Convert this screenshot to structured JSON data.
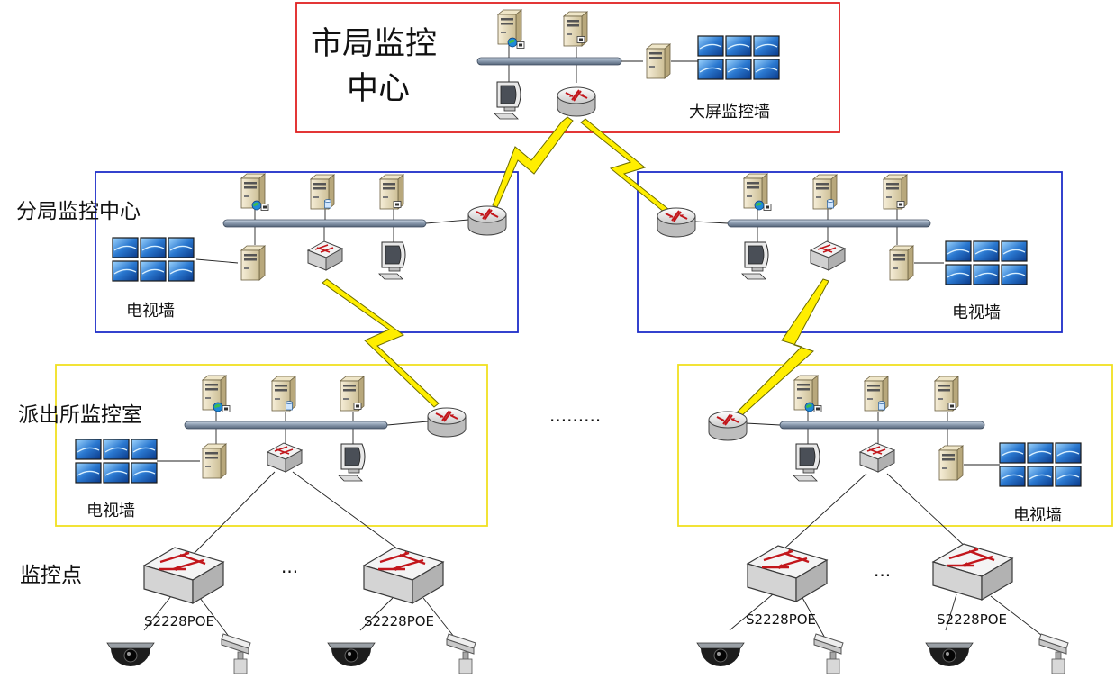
{
  "labels": {
    "city_center": "市局监控中心",
    "city_center_line1": "市局监控",
    "city_center_line2": "中心",
    "big_screen_wall": "大屏监控墙",
    "branch_center": "分局监控中心",
    "tv_wall": "电视墙",
    "police_station_room": "派出所监控室",
    "monitoring_point": "监控点",
    "switch_model": "S2228POE",
    "ellipsis_middle": ".........",
    "ellipsis_small": "..."
  },
  "colors": {
    "city_border": "#e02020",
    "branch_border": "#1e2dc8",
    "station_border": "#f0e020",
    "wan_link": "#ffee00",
    "bus": "#8797ab"
  }
}
